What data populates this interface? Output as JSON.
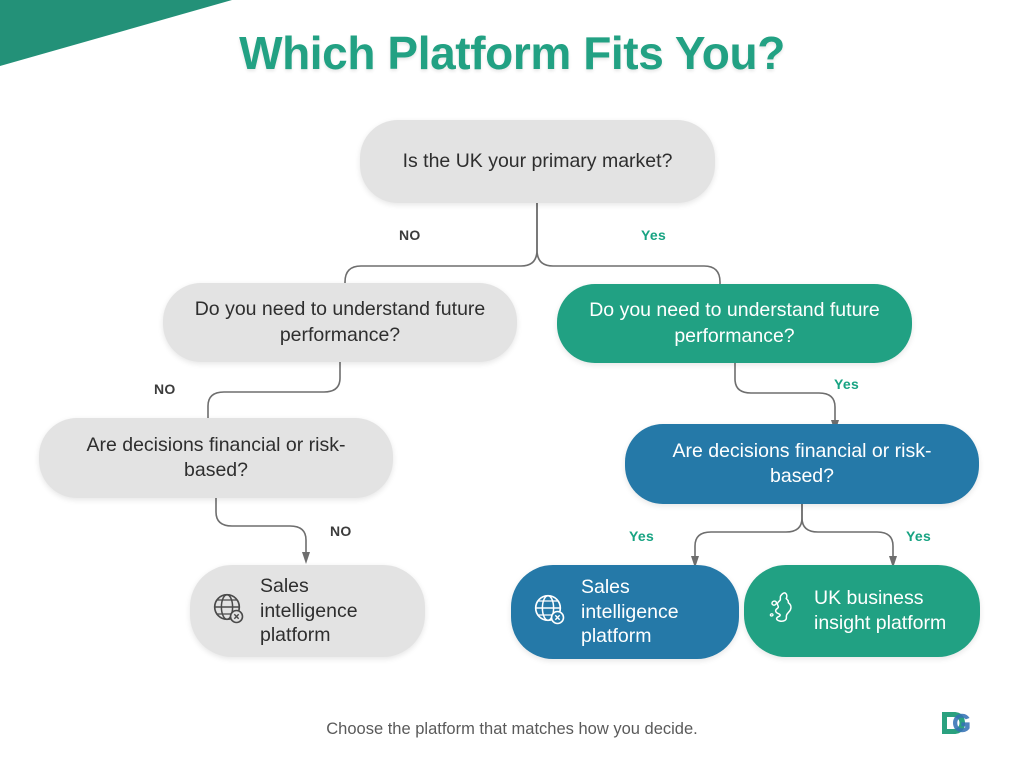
{
  "header": {
    "title": "Which Platform Fits You?",
    "accent_green": "#22A183",
    "accent_blue": "#2579A8",
    "wedge_color": "#239178"
  },
  "flow": {
    "root": {
      "label": "Is the UK your primary market?",
      "style": "grey"
    },
    "level2": {
      "left": {
        "label": "Do you need to understand future performance?",
        "style": "grey"
      },
      "right": {
        "label": "Do you need to understand future performance?",
        "style": "green"
      }
    },
    "level3": {
      "left": {
        "label": "Are decisions financial or risk-based?",
        "style": "grey"
      },
      "right": {
        "label": "Are decisions financial or risk-based?",
        "style": "blue"
      }
    },
    "outcomes": {
      "left": {
        "label": "Sales intelligence platform",
        "icon": "globe-icon",
        "style": "grey"
      },
      "middle": {
        "label": "Sales intelligence platform",
        "icon": "globe-icon",
        "style": "blue"
      },
      "right": {
        "label": "UK business insight platform",
        "icon": "uk-map-icon",
        "style": "green"
      }
    },
    "branch_labels": {
      "root_no": "NO",
      "root_yes": "Yes",
      "left_l2_no": "NO",
      "right_l2_yes": "Yes",
      "left_l3_no": "NO",
      "right_l3_yes_left": "Yes",
      "right_l3_yes_right": "Yes"
    }
  },
  "footer": {
    "note": "Choose the platform that matches how you decide.",
    "logo": "dg-logo"
  }
}
